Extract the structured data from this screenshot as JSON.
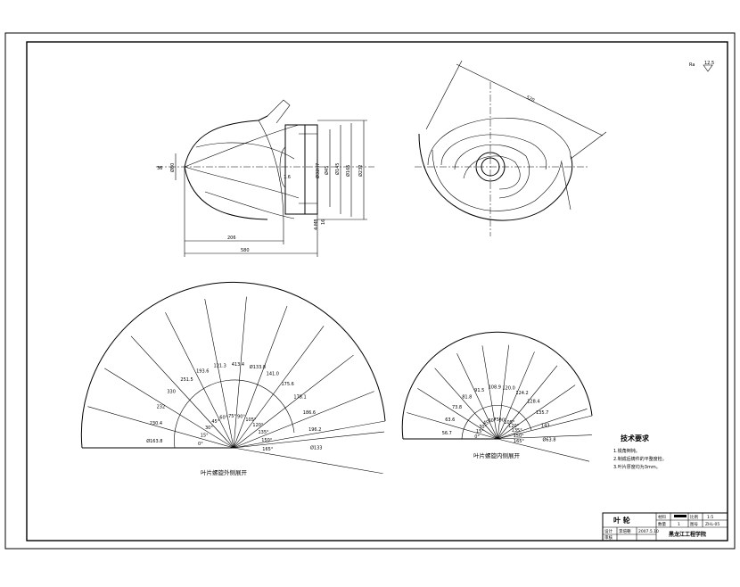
{
  "roughness": {
    "symbol": "12.5",
    "label": "Ra"
  },
  "front_view": {
    "dims": {
      "left_height": "Ø80",
      "left_small": "36",
      "length_inner": "206",
      "length_total": "580",
      "bore_1": "Ø32H7",
      "bore_2": "Ø45",
      "bore_3": "Ø145",
      "bore_4": "Ø165",
      "bore_5": "Ø232",
      "hole": "4-M8",
      "thick": "16",
      "offset": "1.6"
    }
  },
  "side_view": {
    "dims": {
      "diagonal": "520"
    }
  },
  "dev_outer": {
    "caption": "叶片螺旋外侧展开",
    "radii": [
      "Ø163.8",
      "230.4",
      "232",
      "330",
      "251.5",
      "193.6",
      "121.3",
      "413.4",
      "Ø133.8",
      "141.0",
      "175.6",
      "178.1",
      "186.6",
      "196.2",
      "Ø133"
    ],
    "angles": [
      "0°",
      "15°",
      "30°",
      "45°",
      "60°",
      "75°",
      "90°",
      "105°",
      "120°",
      "135°",
      "150°",
      "165°"
    ]
  },
  "dev_inner": {
    "caption": "叶片螺旋内侧展开",
    "radii": [
      "56.7",
      "63.6",
      "73.8",
      "81.8",
      "91.5",
      "108.9",
      "120.0",
      "124.2",
      "128.4",
      "135.7",
      "143",
      "Ø63.8"
    ],
    "angles": [
      "0°",
      "15°",
      "30°",
      "45°",
      "60°",
      "75°",
      "90°",
      "105°",
      "120°",
      "135°",
      "150°",
      "165°"
    ]
  },
  "tech_req": {
    "title": "技术要求",
    "items": [
      "1.锐角倒钝。",
      "2.制成后铸件的平整度检。",
      "3.叶片厚度均为3mm。"
    ]
  },
  "title_block": {
    "part_name": "叶 轮",
    "material_label": "材料",
    "scale_label": "比例",
    "scale": "1:5",
    "qty_label": "数量",
    "qty": "1",
    "drawing_no_label": "图号",
    "drawing_no": "ZHL-05",
    "designer_label": "设计",
    "check_label": "审核",
    "date": "2007.5.10",
    "designer": "李培朝",
    "school": "黑龙江工程学院"
  }
}
